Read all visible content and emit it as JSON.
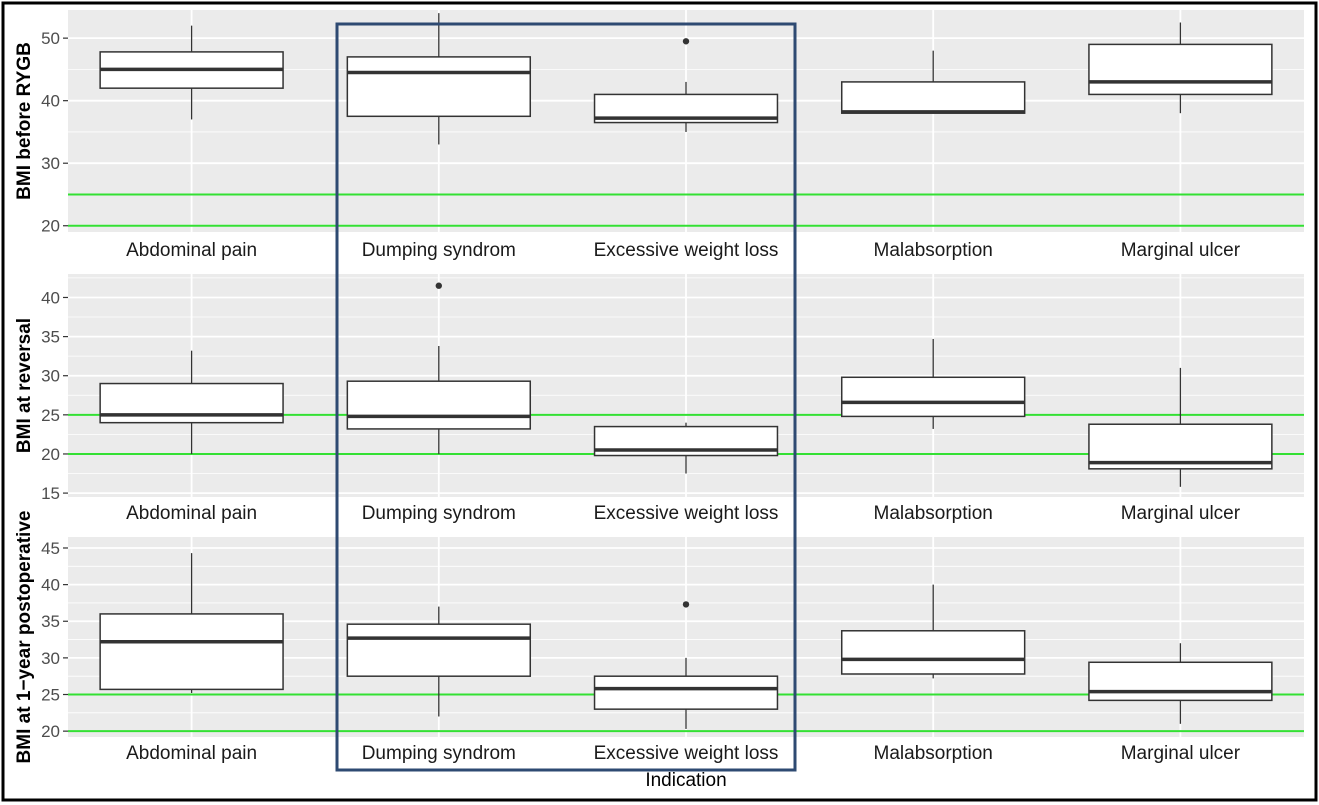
{
  "colors": {
    "panel": "#ebebeb",
    "grid": "#ffffff",
    "box_fill": "#ffffff",
    "box_stroke": "#333333",
    "reference_line": "#33e033",
    "highlight": "#2e4a72",
    "frame": "#000000"
  },
  "chart_data": [
    {
      "type": "box",
      "ylabel": "BMI before RYGB",
      "ylim": [
        19,
        54.5
      ],
      "yticks": [
        20,
        30,
        40,
        50
      ],
      "reference_lines": [
        20,
        25
      ],
      "categories": [
        "Abdominal pain",
        "Dumping syndrom",
        "Excessive weight loss",
        "Malabsorption",
        "Marginal ulcer"
      ],
      "boxes": [
        {
          "min": 37,
          "q1": 42,
          "median": 45,
          "q3": 47.8,
          "max": 52,
          "outliers": []
        },
        {
          "min": 33,
          "q1": 37.5,
          "median": 44.5,
          "q3": 47,
          "max": 54,
          "outliers": []
        },
        {
          "min": 35,
          "q1": 36.5,
          "median": 37.2,
          "q3": 41,
          "max": 43,
          "outliers": [
            49.5
          ]
        },
        {
          "min": 38,
          "q1": 38,
          "median": 38.2,
          "q3": 43,
          "max": 48,
          "outliers": []
        },
        {
          "min": 38,
          "q1": 41,
          "median": 43,
          "q3": 49,
          "max": 52.5,
          "outliers": []
        }
      ]
    },
    {
      "type": "box",
      "ylabel": "BMI at reversal",
      "ylim": [
        14.5,
        43
      ],
      "yticks": [
        15,
        20,
        25,
        30,
        35,
        40
      ],
      "reference_lines": [
        20,
        25
      ],
      "categories": [
        "Abdominal pain",
        "Dumping syndrom",
        "Excessive weight loss",
        "Malabsorption",
        "Marginal ulcer"
      ],
      "boxes": [
        {
          "min": 20,
          "q1": 24,
          "median": 25,
          "q3": 29,
          "max": 33.2,
          "outliers": []
        },
        {
          "min": 20,
          "q1": 23.2,
          "median": 24.8,
          "q3": 29.3,
          "max": 33.8,
          "outliers": [
            41.5
          ]
        },
        {
          "min": 17.5,
          "q1": 19.8,
          "median": 20.5,
          "q3": 23.5,
          "max": 24,
          "outliers": []
        },
        {
          "min": 23.2,
          "q1": 24.8,
          "median": 26.6,
          "q3": 29.8,
          "max": 34.7,
          "outliers": []
        },
        {
          "min": 15.8,
          "q1": 18.1,
          "median": 18.9,
          "q3": 23.8,
          "max": 31,
          "outliers": []
        }
      ]
    },
    {
      "type": "box",
      "ylabel": "BMI at 1−year postoperative",
      "ylim": [
        19.2,
        46.5
      ],
      "yticks": [
        20,
        25,
        30,
        35,
        40,
        45
      ],
      "reference_lines": [
        20,
        25
      ],
      "categories": [
        "Abdominal pain",
        "Dumping syndrom",
        "Excessive weight loss",
        "Malabsorption",
        "Marginal ulcer"
      ],
      "boxes": [
        {
          "min": 25.2,
          "q1": 25.7,
          "median": 32.2,
          "q3": 36,
          "max": 44.3,
          "outliers": []
        },
        {
          "min": 22,
          "q1": 27.5,
          "median": 32.7,
          "q3": 34.6,
          "max": 37,
          "outliers": []
        },
        {
          "min": 20.3,
          "q1": 23,
          "median": 25.8,
          "q3": 27.5,
          "max": 30,
          "outliers": [
            37.3
          ]
        },
        {
          "min": 27.2,
          "q1": 27.8,
          "median": 29.8,
          "q3": 33.7,
          "max": 40,
          "outliers": []
        },
        {
          "min": 21,
          "q1": 24.2,
          "median": 25.4,
          "q3": 29.4,
          "max": 32,
          "outliers": []
        }
      ]
    }
  ],
  "xlabel": "Indication"
}
